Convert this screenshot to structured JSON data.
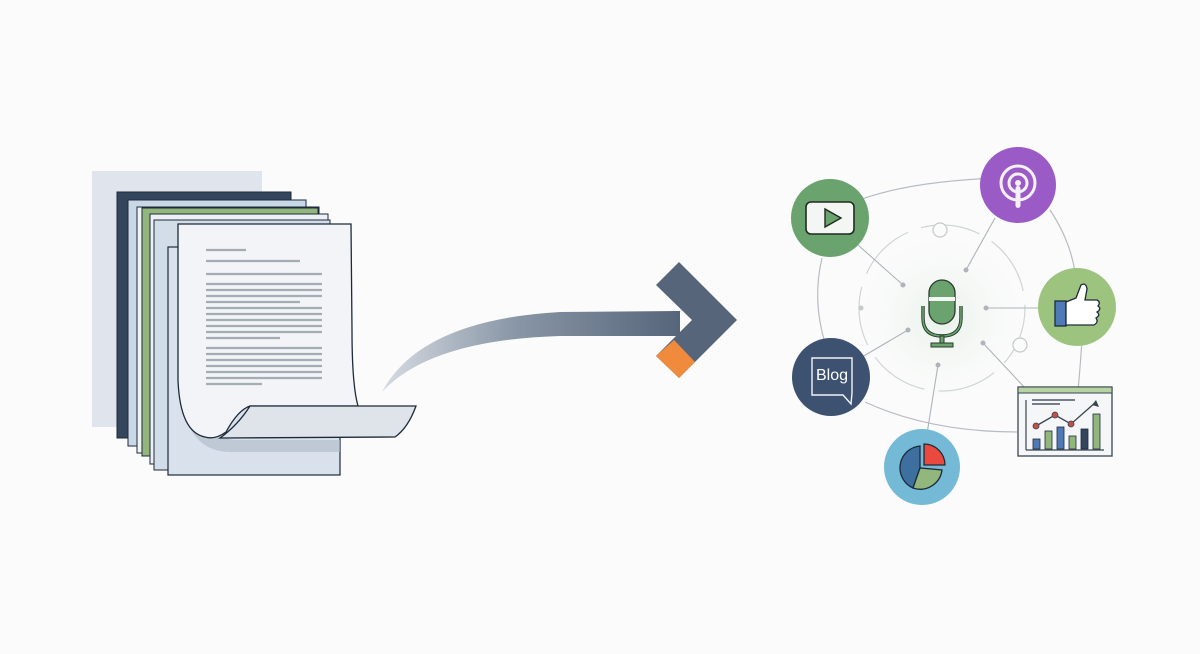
{
  "diagram": {
    "description": "Document stack transformed into multi-channel content (repurposing flow)",
    "source": {
      "label": "document-stack",
      "page_colors": [
        "#e0e4ec",
        "#34465e",
        "#c8d7e4",
        "#8fb57a",
        "#dbe4ee",
        "#f1f3f6"
      ]
    },
    "arrow": {
      "color_start": "#c8ced6",
      "color_end": "#56657a",
      "accent": "#f08a3c"
    },
    "hub": {
      "center_icon": "microphone-icon",
      "center_color": "#6aa36e"
    },
    "channels": [
      {
        "name": "video",
        "icon": "play-video-icon",
        "color": "#6aa36e"
      },
      {
        "name": "podcast",
        "icon": "podcast-icon",
        "color": "#9b5bc7"
      },
      {
        "name": "social",
        "icon": "thumbs-up-icon",
        "color": "#9dc47f"
      },
      {
        "name": "analytics",
        "icon": "chart-dashboard-icon",
        "color": "#f4f6f8"
      },
      {
        "name": "reports",
        "icon": "pie-chart-icon",
        "color": "#74b9d6"
      },
      {
        "name": "blog",
        "icon": "blog-icon",
        "color": "#3d5170",
        "label": "Blog"
      }
    ]
  }
}
